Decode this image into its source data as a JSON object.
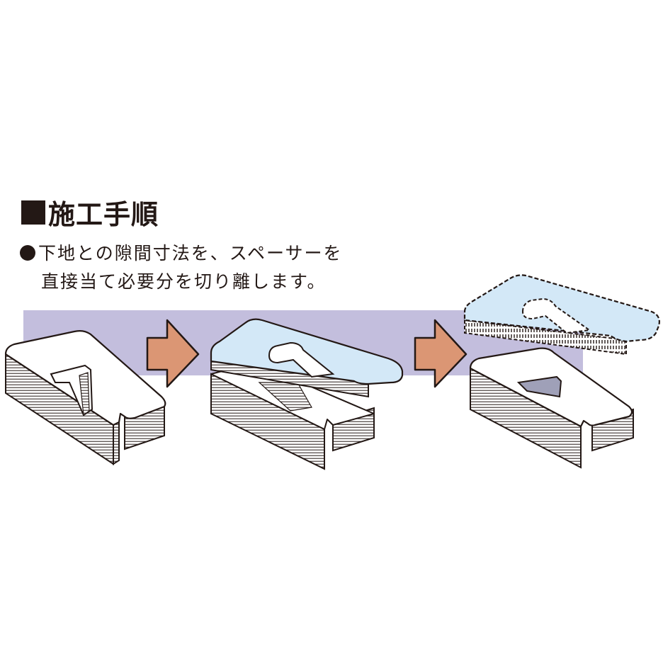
{
  "heading": {
    "title": "施工手順"
  },
  "description": {
    "line1": "下地との隙間寸法を、スペーサーを",
    "line2": "直接当て必要分を切り離します。"
  },
  "colors": {
    "band": "#c3bedd",
    "arrow": "#db9674",
    "cut_piece": "#d3e8f7",
    "ink": "#231815"
  },
  "icons": [
    "square-bullet-icon",
    "circle-bullet-icon",
    "right-arrow-icon"
  ]
}
